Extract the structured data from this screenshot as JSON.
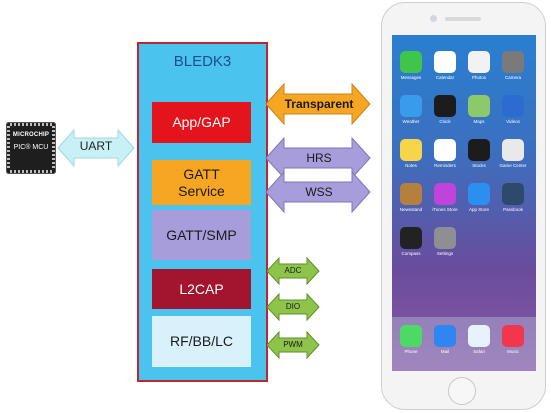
{
  "mcu": {
    "brand": "MICROCHIP",
    "model": "PIC® MCU"
  },
  "uart": {
    "label": "UART"
  },
  "module": {
    "title": "BLEDK3",
    "layers": [
      {
        "label": "App/GAP",
        "bg": "#e3141b",
        "color": "#ffffff"
      },
      {
        "label": "GATT\nService",
        "bg": "#f6a623",
        "color": "#1a1a1a"
      },
      {
        "label": "GATT/SMP",
        "bg": "#a79ddb",
        "color": "#1a1a1a"
      },
      {
        "label": "L2CAP",
        "bg": "#a3142f",
        "color": "#ffffff"
      },
      {
        "label": "RF/BB/LC",
        "bg": "#d9f1fb",
        "color": "#1a1a1a"
      }
    ]
  },
  "profiles": [
    {
      "label": "Transparent",
      "fill": "#f6a623"
    },
    {
      "label": "HRS",
      "fill": "#a79ddb"
    },
    {
      "label": "WSS",
      "fill": "#a79ddb"
    }
  ],
  "io": [
    {
      "label": "ADC"
    },
    {
      "label": "DIO"
    },
    {
      "label": "PWM"
    }
  ],
  "colors": {
    "panel_bg": "#4bc3ef",
    "panel_border": "#c0262e",
    "uart_arrow": "#c7f1f7",
    "io_arrow": "#8fc44a"
  },
  "phone": {
    "apps": [
      {
        "label": "Messages",
        "color": "#3ec54a"
      },
      {
        "label": "Calendar",
        "color": "#ffffff"
      },
      {
        "label": "Photos",
        "color": "#f2f2f2"
      },
      {
        "label": "Camera",
        "color": "#7a7a7a"
      },
      {
        "label": "Weather",
        "color": "#3a9bec"
      },
      {
        "label": "Clock",
        "color": "#1c1c1c"
      },
      {
        "label": "Maps",
        "color": "#8cc96a"
      },
      {
        "label": "Videos",
        "color": "#2c6cd1"
      },
      {
        "label": "Notes",
        "color": "#f7d54a"
      },
      {
        "label": "Reminders",
        "color": "#ffffff"
      },
      {
        "label": "Stocks",
        "color": "#1c1c1c"
      },
      {
        "label": "Game Center",
        "color": "#e9e9e9"
      },
      {
        "label": "Newsstand",
        "color": "#b57f3e"
      },
      {
        "label": "iTunes Store",
        "color": "#c044d9"
      },
      {
        "label": "App Store",
        "color": "#2b8ff0"
      },
      {
        "label": "Passbook",
        "color": "#2d4a6b"
      },
      {
        "label": "Compass",
        "color": "#222222"
      },
      {
        "label": "Settings",
        "color": "#8e8e93"
      }
    ],
    "dock": [
      {
        "label": "Phone",
        "color": "#4cd964"
      },
      {
        "label": "Mail",
        "color": "#2f86f2"
      },
      {
        "label": "Safari",
        "color": "#e8f2fb"
      },
      {
        "label": "Music",
        "color": "#f2374c"
      }
    ]
  }
}
